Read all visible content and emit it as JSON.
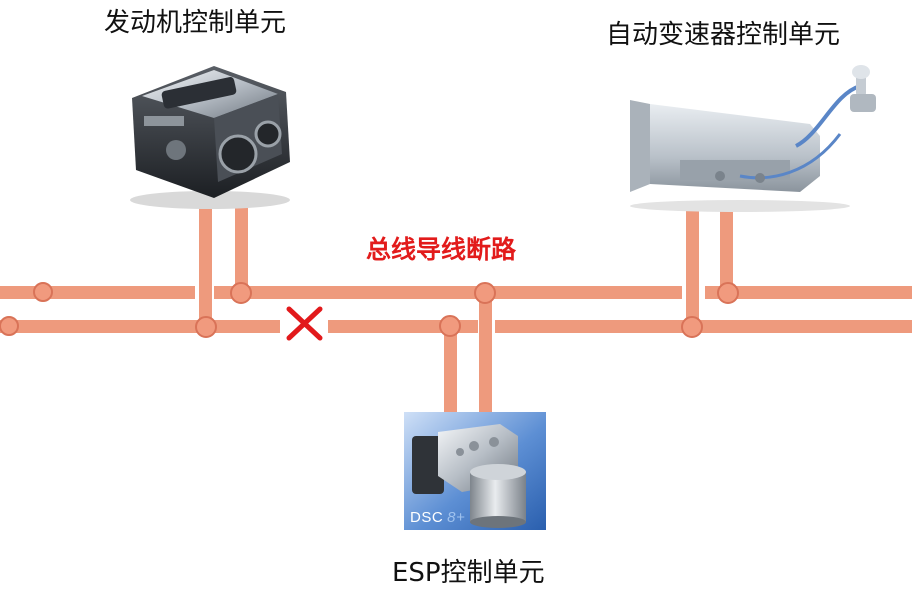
{
  "labels": {
    "engine_unit": "发动机控制单元",
    "transmission_unit": "自动变速器控制单元",
    "esp_unit": "ESP控制单元",
    "fault": "总线导线断路"
  },
  "images": {
    "engine": "engine-photo",
    "transmission": "automatic-transmission-photo",
    "esp": "esp-hydraulic-unit-photo",
    "esp_badge": "DSC",
    "esp_badge_suffix": "8+"
  },
  "icons": {
    "break_marker": "red-x-icon"
  },
  "colors": {
    "wire": "#ee9a7d",
    "node_fill": "#f19a7e",
    "node_stroke": "#d97358",
    "fault_text": "#e21b1b",
    "break_marker": "#e2191b",
    "text": "#111111"
  }
}
